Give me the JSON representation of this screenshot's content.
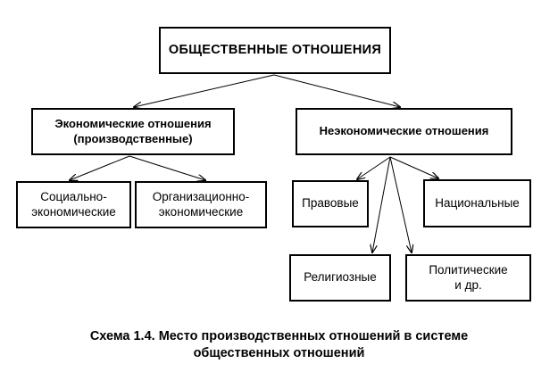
{
  "diagram": {
    "root": {
      "label": "ОБЩЕСТВЕННЫЕ ОТНОШЕНИЯ"
    },
    "economic": {
      "line1": "Экономические отношения",
      "line2": "(производственные)"
    },
    "non_economic": {
      "label": "Неэкономические отношения"
    },
    "socio_economic": {
      "line1": "Социально-",
      "line2": "экономические"
    },
    "org_economic": {
      "line1": "Организационно-",
      "line2": "экономические"
    },
    "legal": {
      "label": "Правовые"
    },
    "national": {
      "label": "Национальные"
    },
    "religious": {
      "label": "Религиозные"
    },
    "political": {
      "line1": "Политические",
      "line2": "и др."
    }
  },
  "caption": {
    "line1": "Схема 1.4. Место производственных отношений в системе",
    "line2": "общественных отношений"
  }
}
